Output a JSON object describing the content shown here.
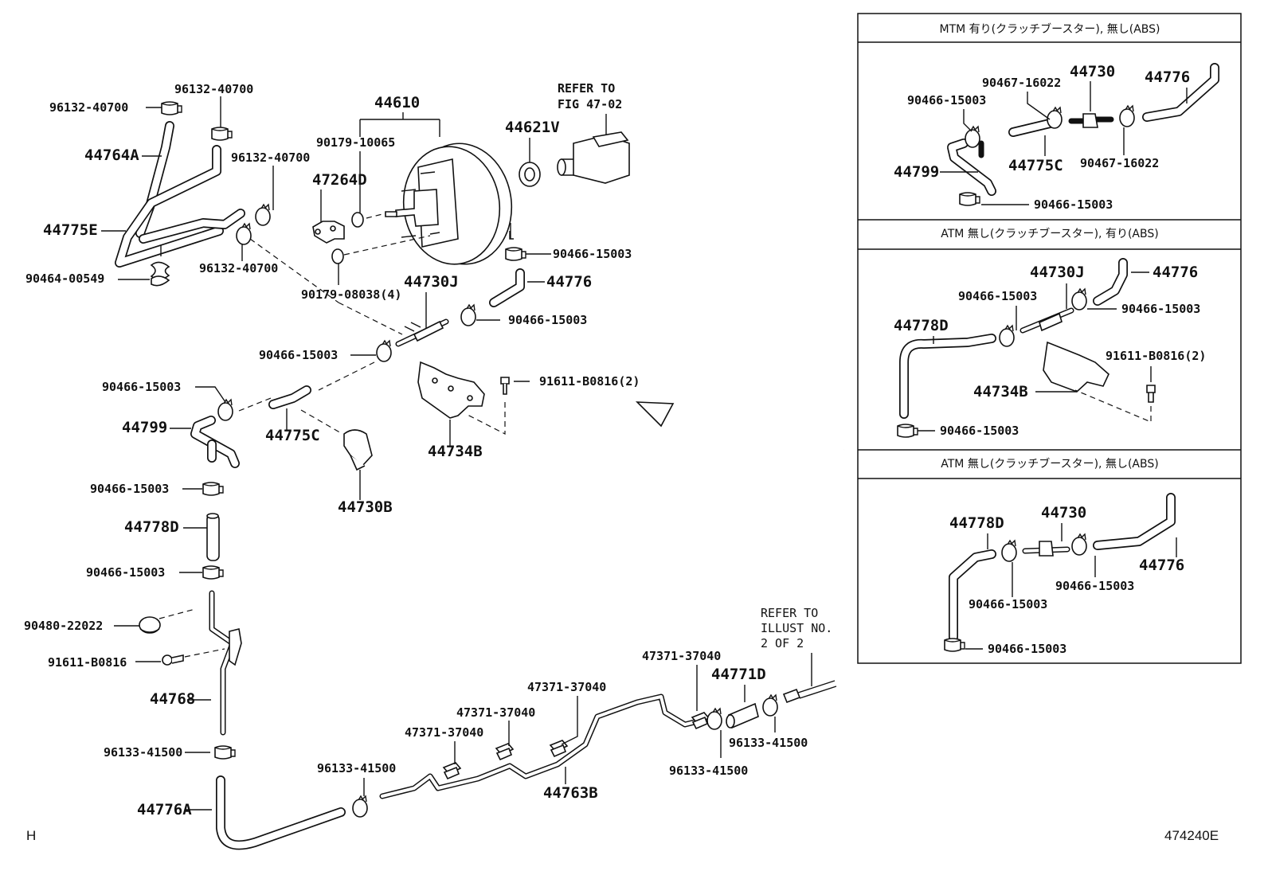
{
  "diagram": {
    "figure_id": "474240E",
    "corner_mark": "H",
    "main_labels": {
      "clamp_tl": "96132-40700",
      "clamp_top": "96132-40700",
      "clamp_mid": "96132-40700",
      "clamp_low": "96132-40700",
      "hose_44764a": "44764A",
      "hose_44775e": "44775E",
      "clamp_90464": "90464-00549",
      "booster": "44610",
      "booster_nut": "90179-10065",
      "booster_nut4": "90179-08038(4)",
      "bracket_47264d": "47264D",
      "gasket_44621v": "44621V",
      "refer_fig_1": "REFER TO",
      "refer_fig_2": "FIG 47-02",
      "clamp_booster": "90466-15003",
      "hose_44776": "44776",
      "valve_44730j": "44730J",
      "clamp_valve_r": "90466-15003",
      "clamp_valve_l": "90466-15003",
      "bolt_2": "91611-B0816(2)",
      "clamp_44799": "90466-15003",
      "hose_44799": "44799",
      "hose_44775c": "44775C",
      "bracket_44734b": "44734B",
      "clamp_44730b": "44730B",
      "clamp_a": "90466-15003",
      "hose_44778d": "44778D",
      "clamp_b": "90466-15003",
      "grommet": "90480-22022",
      "bolt_1": "91611-B0816",
      "pipe_44768": "44768",
      "clamp_96133_a": "96133-41500",
      "hose_44776a": "44776A",
      "clamp_96133_b": "96133-41500",
      "clip_1": "47371-37040",
      "clip_2": "47371-37040",
      "clip_3": "47371-37040",
      "clip_4": "47371-37040",
      "pipe_44763b": "44763B",
      "hose_44771d": "44771D",
      "clamp_96133_c": "96133-41500",
      "clamp_96133_d": "96133-41500",
      "refer_illust_1": "REFER TO",
      "refer_illust_2": "ILLUST NO.",
      "refer_illust_3": "2 OF 2"
    },
    "variants": [
      {
        "header": "MTM 有り(クラッチブースター), 無し(ABS)",
        "labels": {
          "p44730": "44730",
          "p44776": "44776",
          "c90467_a": "90467-16022",
          "c90466_a": "90466-15003",
          "p44775c": "44775C",
          "c90467_b": "90467-16022",
          "p44799": "44799",
          "c90466_b": "90466-15003"
        }
      },
      {
        "header": "ATM 無し(クラッチブースター), 有り(ABS)",
        "labels": {
          "p44730j": "44730J",
          "p44776": "44776",
          "c90466_a": "90466-15003",
          "c90466_b": "90466-15003",
          "p44778d": "44778D",
          "bolt": "91611-B0816(2)",
          "p44734b": "44734B",
          "c90466_c": "90466-15003"
        }
      },
      {
        "header": "ATM 無し(クラッチブースター), 無し(ABS)",
        "labels": {
          "p44778d": "44778D",
          "p44730": "44730",
          "c90466_a": "90466-15003",
          "p44776": "44776",
          "c90466_b": "90466-15003",
          "c90466_c": "90466-15003"
        }
      }
    ]
  }
}
